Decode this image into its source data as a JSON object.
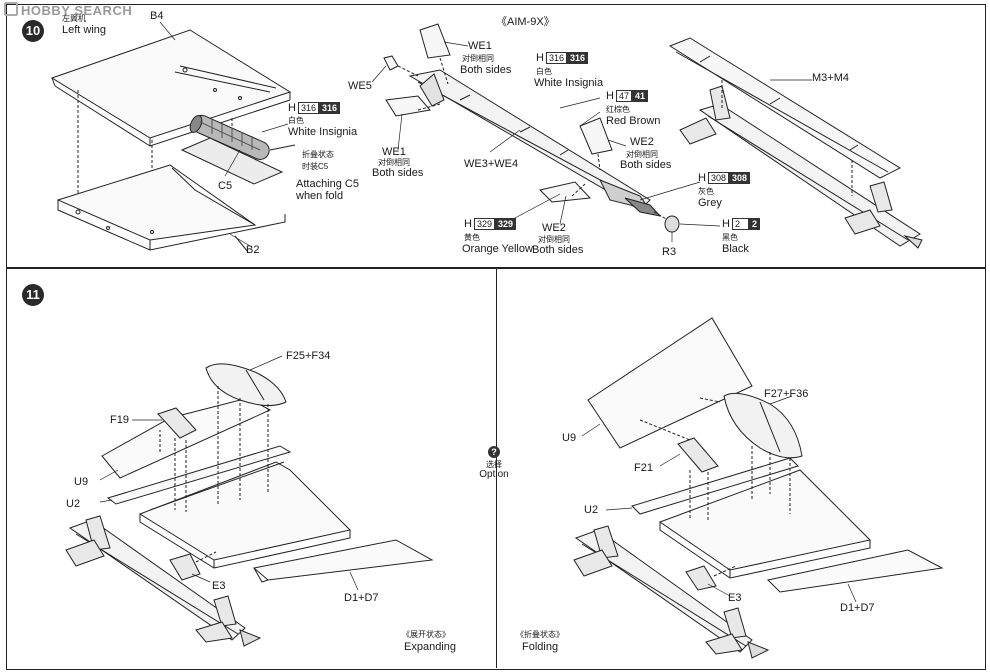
{
  "watermark": "HOBBY SEARCH",
  "step10": {
    "number": "10",
    "left_wing_cn": "左翼机",
    "left_wing_en": "Left wing",
    "b4": "B4",
    "c5": "C5",
    "b2": "B2",
    "h316_a": {
      "h": "H",
      "code": "316",
      "code_b": "316",
      "cn": "白色",
      "en": "White Insignia"
    },
    "attach_cn1": "折叠状态",
    "attach_cn2": "时装C5",
    "attach_en1": "Attaching C5",
    "attach_en2": "when fold",
    "aim_title": "《AIM-9X》",
    "we1_top": {
      "name": "WE1",
      "en": "Both sides"
    },
    "we1_bottom": {
      "name": "WE1",
      "cn": "对倒相同",
      "en": "Both sides"
    },
    "we1_top_cn": "对倒相同",
    "we5": "WE5",
    "h316_b": {
      "h": "H",
      "code": "316",
      "code_b": "316",
      "cn": "白色",
      "en": "White Insignia"
    },
    "h47": {
      "h": "H",
      "code": "47",
      "code_b": "41",
      "cn": "红棕色",
      "en": "Red Brown"
    },
    "we2_right": {
      "name": "WE2",
      "cn": "对倒相同",
      "en": "Both sides"
    },
    "we3we4": "WE3+WE4",
    "h308": {
      "h": "H",
      "code": "308",
      "code_b": "308",
      "cn": "灰色",
      "en": "Grey"
    },
    "h329": {
      "h": "H",
      "code": "329",
      "code_b": "329",
      "cn": "黄色",
      "en": "Orange Yellow"
    },
    "we2_bottom": {
      "name": "WE2",
      "cn": "对倒相同",
      "en": "Both sides"
    },
    "r3": "R3",
    "h2": {
      "h": "H",
      "code": "2",
      "code_b": "2",
      "cn": "黑色",
      "en": "Black"
    },
    "m3m4": "M3+M4"
  },
  "step11": {
    "number": "11",
    "left": {
      "f25f34": "F25+F34",
      "f19": "F19",
      "u9": "U9",
      "u2": "U2",
      "e3": "E3",
      "d1d7": "D1+D7",
      "state_cn": "《展开状态》",
      "state_en": "Expanding"
    },
    "option_cn": "选择",
    "option_en": "Option",
    "option_icon": "?",
    "right": {
      "f27f36": "F27+F36",
      "u9": "U9",
      "f21": "F21",
      "u2": "U2",
      "e3": "E3",
      "d1d7": "D1+D7",
      "state_cn": "《折叠状态》",
      "state_en": "Folding"
    }
  }
}
